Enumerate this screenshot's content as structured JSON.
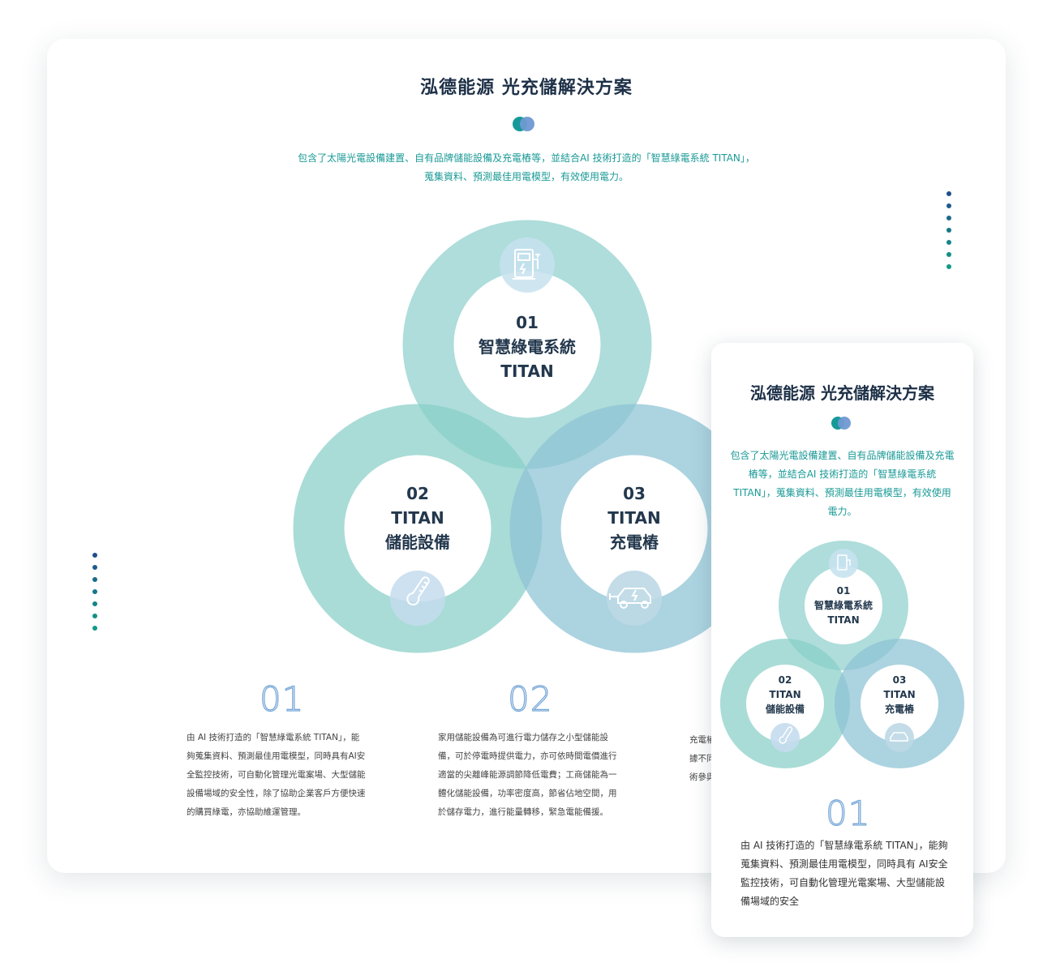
{
  "title": "泓德能源 光充儲解決方案",
  "intro": {
    "line1": "包含了太陽光電設備建置、自有品牌儲能設備及充電樁等，並結合AI 技術打造的「智慧綠電系統 TITAN」，",
    "line2": "蒐集資料、預測最佳用電模型，有效使用電力。"
  },
  "circles": {
    "top": {
      "num": "01",
      "line1": "智慧綠電系統",
      "line2": "TITAN",
      "icon": "charging-station-icon"
    },
    "left": {
      "num": "02",
      "line1": "TITAN",
      "line2": "儲能設備",
      "icon": "thermometer-icon"
    },
    "right": {
      "num": "03",
      "line1": "TITAN",
      "line2": "充電樁",
      "icon": "electric-car-icon"
    }
  },
  "features": [
    {
      "num": "01",
      "text": "由 AI 技術打造的「智慧綠電系統 TITAN」，能夠蒐集資料、預測最佳用電模型，同時具有AI安全監控技術，可自動化管理光電案場、大型儲能設備場域的安全性，除了協助企業客戶方便快速的購買綠電，亦協助維運管理。"
    },
    {
      "num": "02",
      "text": "家用儲能設備為可進行電力儲存之小型儲能設備，可於停電時提供電力，亦可依時間電價進行適當的尖離峰能源調節降低電費；工商儲能為一體化儲能設備，功率密度高，節省佔地空間，用於儲存電力，進行能量轉移，緊急電能備援。"
    },
    {
      "lines": [
        "充電樁",
        "據不同",
        "術參與"
      ]
    }
  ],
  "mobile": {
    "title": "泓德能源 光充儲解決方案",
    "intro": "包含了太陽光電設備建置、自有品牌儲能設備及充電樁等，並結合AI 技術打造的「智慧綠電系統 TITAN」，蒐集資料、預測最佳用電模型，有效使用電力。",
    "feature_num": "01",
    "feature_text": "由 AI 技術打造的「智慧綠電系統 TITAN」，能夠蒐集資料、預測最佳用電模型，同時具有 AI安全監控技術，可自動化管理光電案場、大型儲能設備場域的安全"
  },
  "colors": {
    "teal": "#159a98",
    "blue": "#6f99d2",
    "ring_top": "#8dcfcc",
    "ring_side": "#8fc4d3"
  }
}
